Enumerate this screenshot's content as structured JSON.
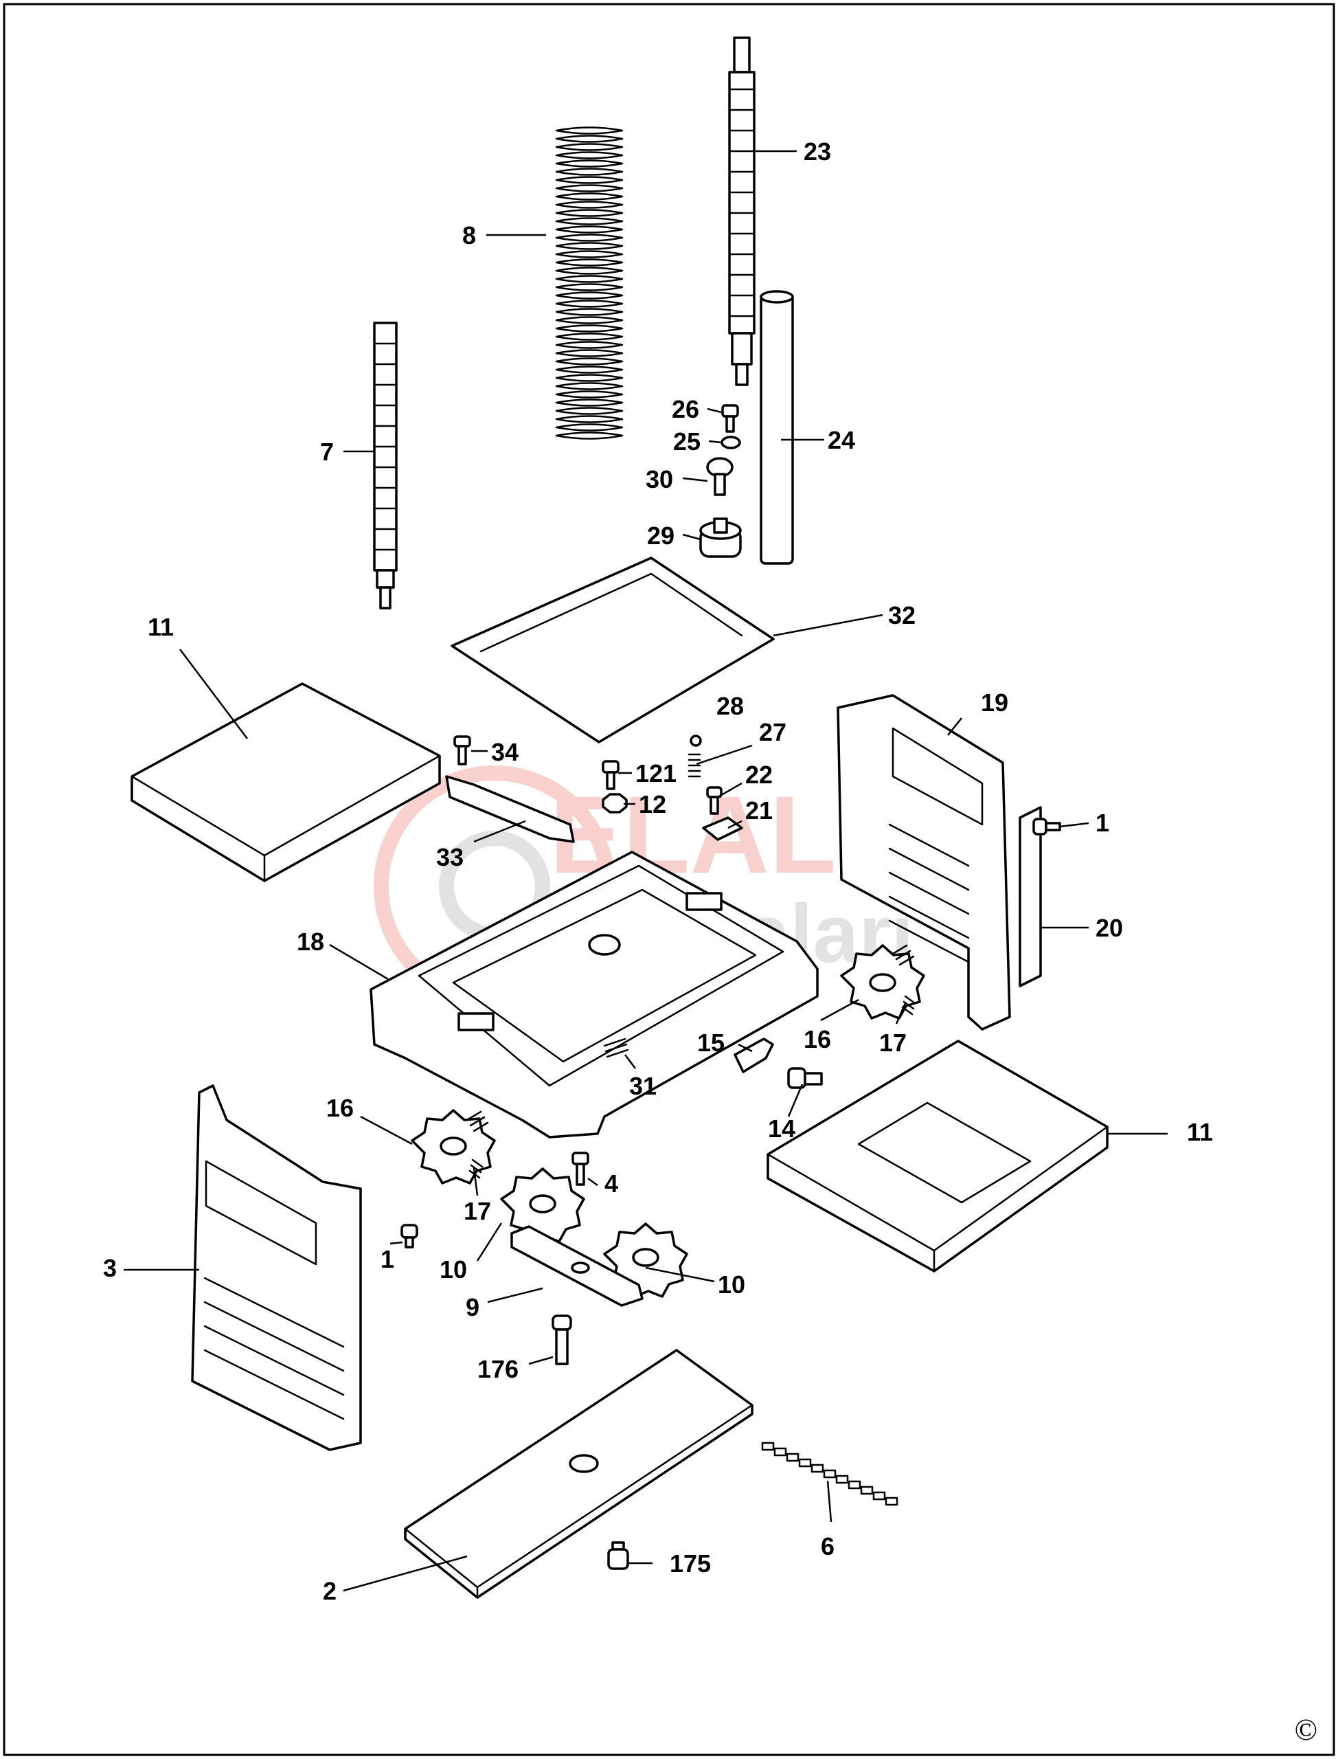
{
  "watermark": {
    "line1": "ELALETI",
    "line2": "parçaları",
    "colors": {
      "red": "#e85a4f",
      "gray": "#9a9a9a"
    }
  },
  "copyright": "©",
  "labels": {
    "p23": "23",
    "p8": "8",
    "p7": "7",
    "p26": "26",
    "p25": "25",
    "p24": "24",
    "p30": "30",
    "p29": "29",
    "p32": "32",
    "p11a": "11",
    "p28": "28",
    "p27": "27",
    "p19": "19",
    "p34": "34",
    "p121": "121",
    "p22": "22",
    "p12": "12",
    "p1a": "1",
    "p21": "21",
    "p33": "33",
    "p20": "20",
    "p18": "18",
    "p16a": "16",
    "p17a": "17",
    "p15": "15",
    "p31": "31",
    "p14": "14",
    "p11b": "11",
    "p16b": "16",
    "p4": "4",
    "p17b": "17",
    "p1b": "1",
    "p10a": "10",
    "p3": "3",
    "p10b": "10",
    "p9": "9",
    "p176": "176",
    "p6": "6",
    "p175": "175",
    "p2": "2"
  }
}
